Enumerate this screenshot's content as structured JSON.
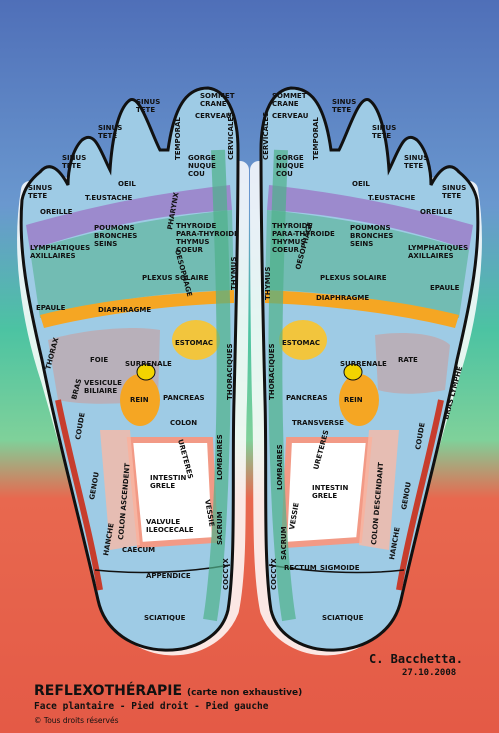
{
  "title": "REFLEXOTHÉRAPIE",
  "title_note": "(carte non exhaustive)",
  "subtitle": "Face plantaire - Pied droit - Pied gauche",
  "copyright": "© Tous droits réservés",
  "author": "C. Bacchetta.",
  "date": "27.10.2008",
  "colors": {
    "bg_top": "#5a7fc2",
    "bg_mid": "#4fbf9f",
    "bg_bottom": "#e85a4a",
    "foot_fill": "#a9cfe6",
    "foot_outline": "#111111",
    "purple_zone": "#9b7fc9",
    "green_zone": "#3aa57e",
    "orange_zone": "#f5a623",
    "yellow_zone": "#f2d400",
    "grey_zone": "#b9b2ba",
    "red_line": "#c73d2d"
  },
  "zones": {
    "sinus_tete": "SINUS\nTETE",
    "sommet_crane": "SOMMET\nCRANE",
    "cerveau": "CERVEAU",
    "temporal": "TEMPORAL",
    "cervicales": "CERVICALES",
    "gorge": "GORGE\nNUQUE\nCOU",
    "oeil": "OEIL",
    "oreille": "OREILLE",
    "trompe": "T.EUSTACHE",
    "pharynx": "PHARYNX",
    "lymph_axil": "LYMPHATIQUES\nAXILLAIRES",
    "poumons": "POUMONS\nBRONCHES\nSEINS",
    "thyroide": "THYROIDE\nPARA-THYROIDE\nTHYMUS\nCOEUR",
    "oesophage": "OESOPHAGE",
    "thymus": "THYMUS",
    "plexus": "PLEXUS SOLAIRE",
    "epaule": "EPAULE",
    "diaphragme": "DIAPHRAGME",
    "thoraciques": "THORACIQUES",
    "estomac": "ESTOMAC",
    "foie": "FOIE",
    "vesicule": "VESICULE\nBILIAIRE",
    "surrenale": "SURRENALE",
    "rate": "RATE",
    "rein": "REIN",
    "pancreas": "PANCREAS",
    "colon": "COLON",
    "transverse": "TRANSVERSE",
    "ureteres": "URETERES",
    "lombaires": "LOMBAIRES",
    "intestin": "INTESTIN\nGRELE",
    "colon_asc": "COLON ASCENDENT",
    "colon_desc": "COLON DESCENDANT",
    "valvule": "VALVULE\nILEOCECALE",
    "caecum": "CAECUM",
    "appendice": "APPENDICE",
    "vessie": "VESSIE",
    "rectum": "RECTUM",
    "sigmoide": "SIGMOIDE",
    "sacrum": "SACRUM",
    "coccyx": "COCCYX",
    "genou": "GENOU",
    "coude": "COUDE",
    "hanche": "HANCHE",
    "bras": "BRAS",
    "thorax_membre": "THORAX",
    "bras_lymphe": "BRAS LYMPHE",
    "sciatique": "SCIATIQUE"
  }
}
